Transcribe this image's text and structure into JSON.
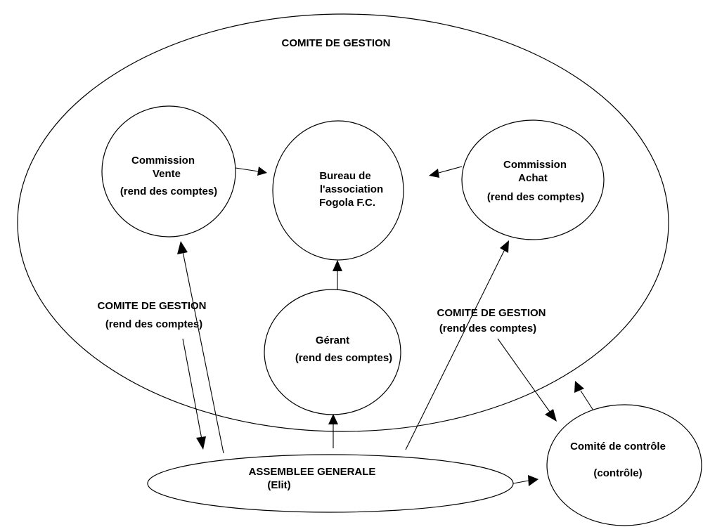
{
  "outer_title": "COMITE DE GESTION",
  "nodes": {
    "commission_vente": {
      "lines": [
        "Commission",
        "Vente",
        "(rend des comptes)"
      ]
    },
    "bureau": {
      "lines": [
        "Bureau de",
        "l'association",
        "Fogola F.C."
      ]
    },
    "commission_achat": {
      "lines": [
        "Commission",
        "Achat",
        "(rend des comptes)"
      ]
    },
    "gerant": {
      "lines": [
        "Gérant",
        "(rend des comptes)"
      ]
    },
    "assemblee": {
      "lines": [
        "ASSEMBLEE GENERALE",
        "(Elit)"
      ]
    },
    "comite_controle": {
      "lines": [
        "Comité de contrôle",
        "(contrôle)"
      ]
    }
  },
  "labels": {
    "left": {
      "line1": "COMITE DE GESTION",
      "line2": "(rend des comptes)"
    },
    "right": {
      "line1": "COMITE DE GESTION",
      "line2": "(rend des comptes)"
    }
  },
  "colors": {
    "stroke": "#000000",
    "background": "#ffffff"
  }
}
